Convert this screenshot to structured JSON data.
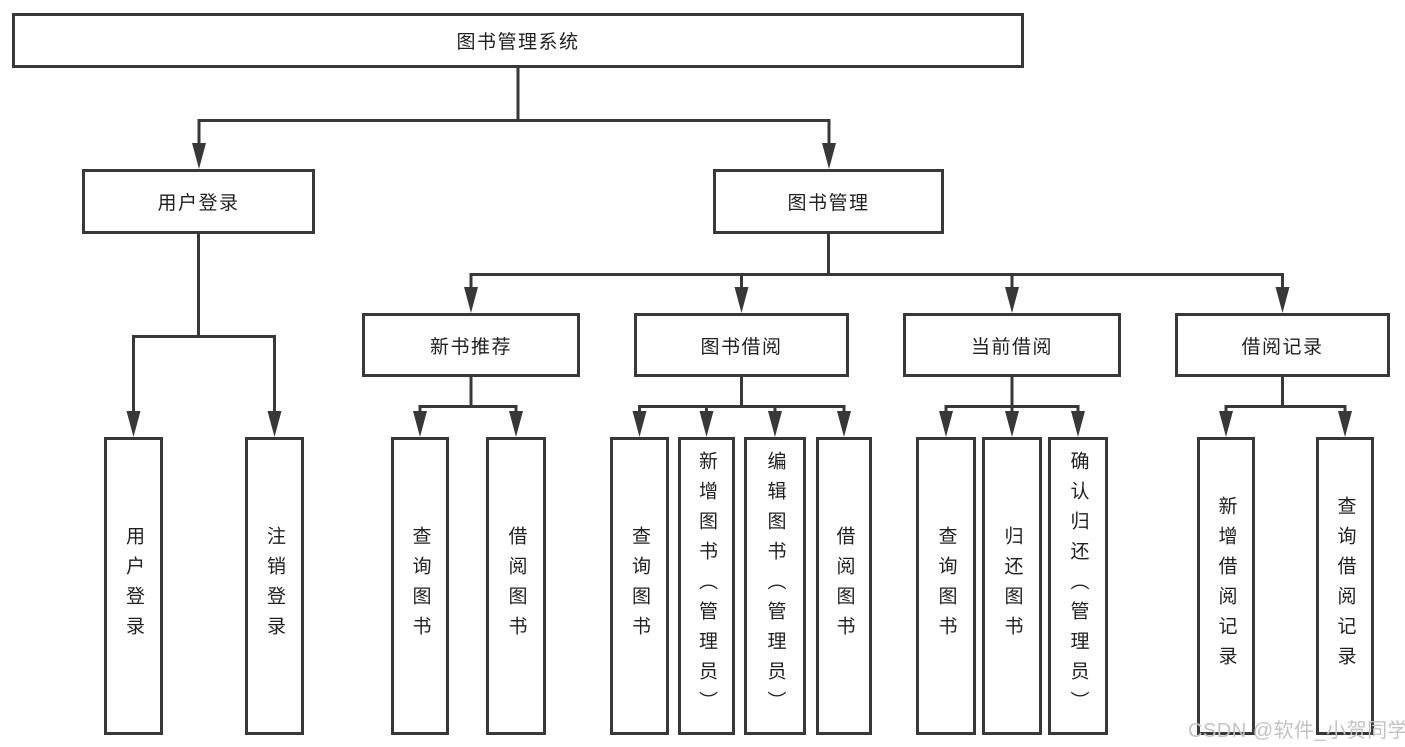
{
  "tree": {
    "root": "图书管理系统",
    "branches": [
      {
        "label": "用户登录",
        "children": [
          "用户登录",
          "注销登录"
        ]
      },
      {
        "label": "图书管理",
        "groups": [
          {
            "label": "新书推荐",
            "children": [
              "查询图书",
              "借阅图书"
            ]
          },
          {
            "label": "图书借阅",
            "children": [
              "查询图书",
              "新增图书（管理员）",
              "编辑图书（管理员）",
              "借阅图书"
            ]
          },
          {
            "label": "当前借阅",
            "children": [
              "查询图书",
              "归还图书",
              "确认归还（管理员）"
            ]
          },
          {
            "label": "借阅记录",
            "children": [
              "新增借阅记录",
              "查询借阅记录"
            ]
          }
        ]
      }
    ]
  },
  "watermark": {
    "text": "CSDN @软件_小贺同学"
  },
  "colors": {
    "line": "#383838",
    "border": "#383838",
    "text": "#1f1f1f",
    "watermark": "#c3c3c3",
    "background": "#ffffff"
  }
}
